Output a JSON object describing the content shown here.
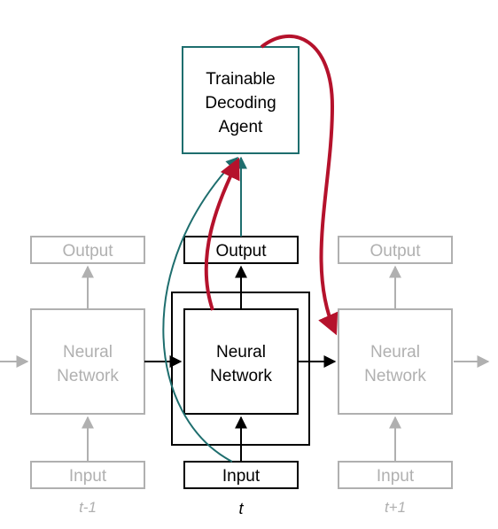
{
  "agent": {
    "label_lines": [
      "Trainable",
      "Decoding",
      "Agent"
    ]
  },
  "timesteps": [
    {
      "tick": "t-1",
      "output": "Output",
      "network_lines": [
        "Neural",
        "Network"
      ],
      "input": "Input",
      "state": "faded"
    },
    {
      "tick": "t",
      "output": "Output",
      "network_lines": [
        "Neural",
        "Network"
      ],
      "input": "Input",
      "state": "active"
    },
    {
      "tick": "t+1",
      "output": "Output",
      "network_lines": [
        "Neural",
        "Network"
      ],
      "input": "Input",
      "state": "faded"
    }
  ],
  "colors": {
    "active": "#000000",
    "faded": "#b0b0b0",
    "agent": "#1e6e6e",
    "feedback": "#b5122c"
  }
}
